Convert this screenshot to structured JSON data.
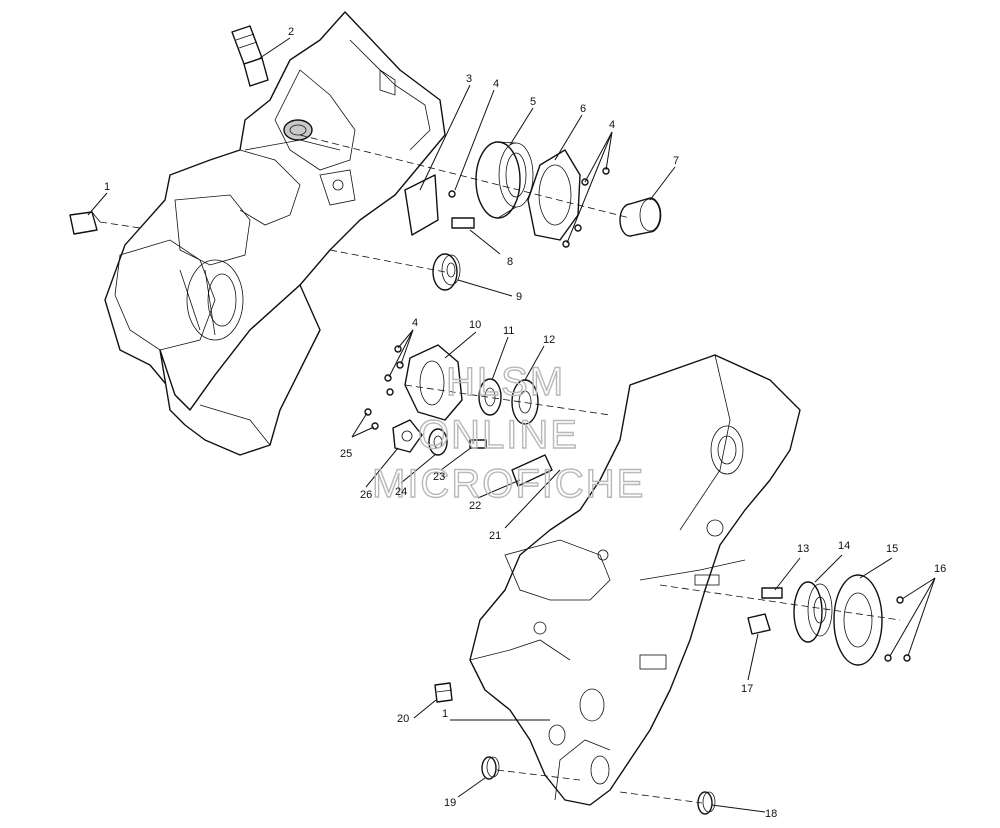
{
  "watermark": {
    "line1": "HLSM",
    "line2": "ONLINE",
    "line3": "MICROFICHE"
  },
  "callouts": [
    {
      "id": "c1a",
      "text": "1"
    },
    {
      "id": "c1b",
      "text": "1"
    },
    {
      "id": "c2",
      "text": "2"
    },
    {
      "id": "c3",
      "text": "3"
    },
    {
      "id": "c4a",
      "text": "4"
    },
    {
      "id": "c4b",
      "text": "4"
    },
    {
      "id": "c4c",
      "text": "4"
    },
    {
      "id": "c5",
      "text": "5"
    },
    {
      "id": "c6",
      "text": "6"
    },
    {
      "id": "c7",
      "text": "7"
    },
    {
      "id": "c8",
      "text": "8"
    },
    {
      "id": "c9",
      "text": "9"
    },
    {
      "id": "c10",
      "text": "10"
    },
    {
      "id": "c11",
      "text": "11"
    },
    {
      "id": "c12",
      "text": "12"
    },
    {
      "id": "c13",
      "text": "13"
    },
    {
      "id": "c14",
      "text": "14"
    },
    {
      "id": "c15",
      "text": "15"
    },
    {
      "id": "c16",
      "text": "16"
    },
    {
      "id": "c17",
      "text": "17"
    },
    {
      "id": "c18",
      "text": "18"
    },
    {
      "id": "c19",
      "text": "19"
    },
    {
      "id": "c20",
      "text": "20"
    },
    {
      "id": "c21",
      "text": "21"
    },
    {
      "id": "c22",
      "text": "22"
    },
    {
      "id": "c23",
      "text": "23"
    },
    {
      "id": "c24",
      "text": "24"
    },
    {
      "id": "c25",
      "text": "25"
    },
    {
      "id": "c26",
      "text": "26"
    }
  ]
}
